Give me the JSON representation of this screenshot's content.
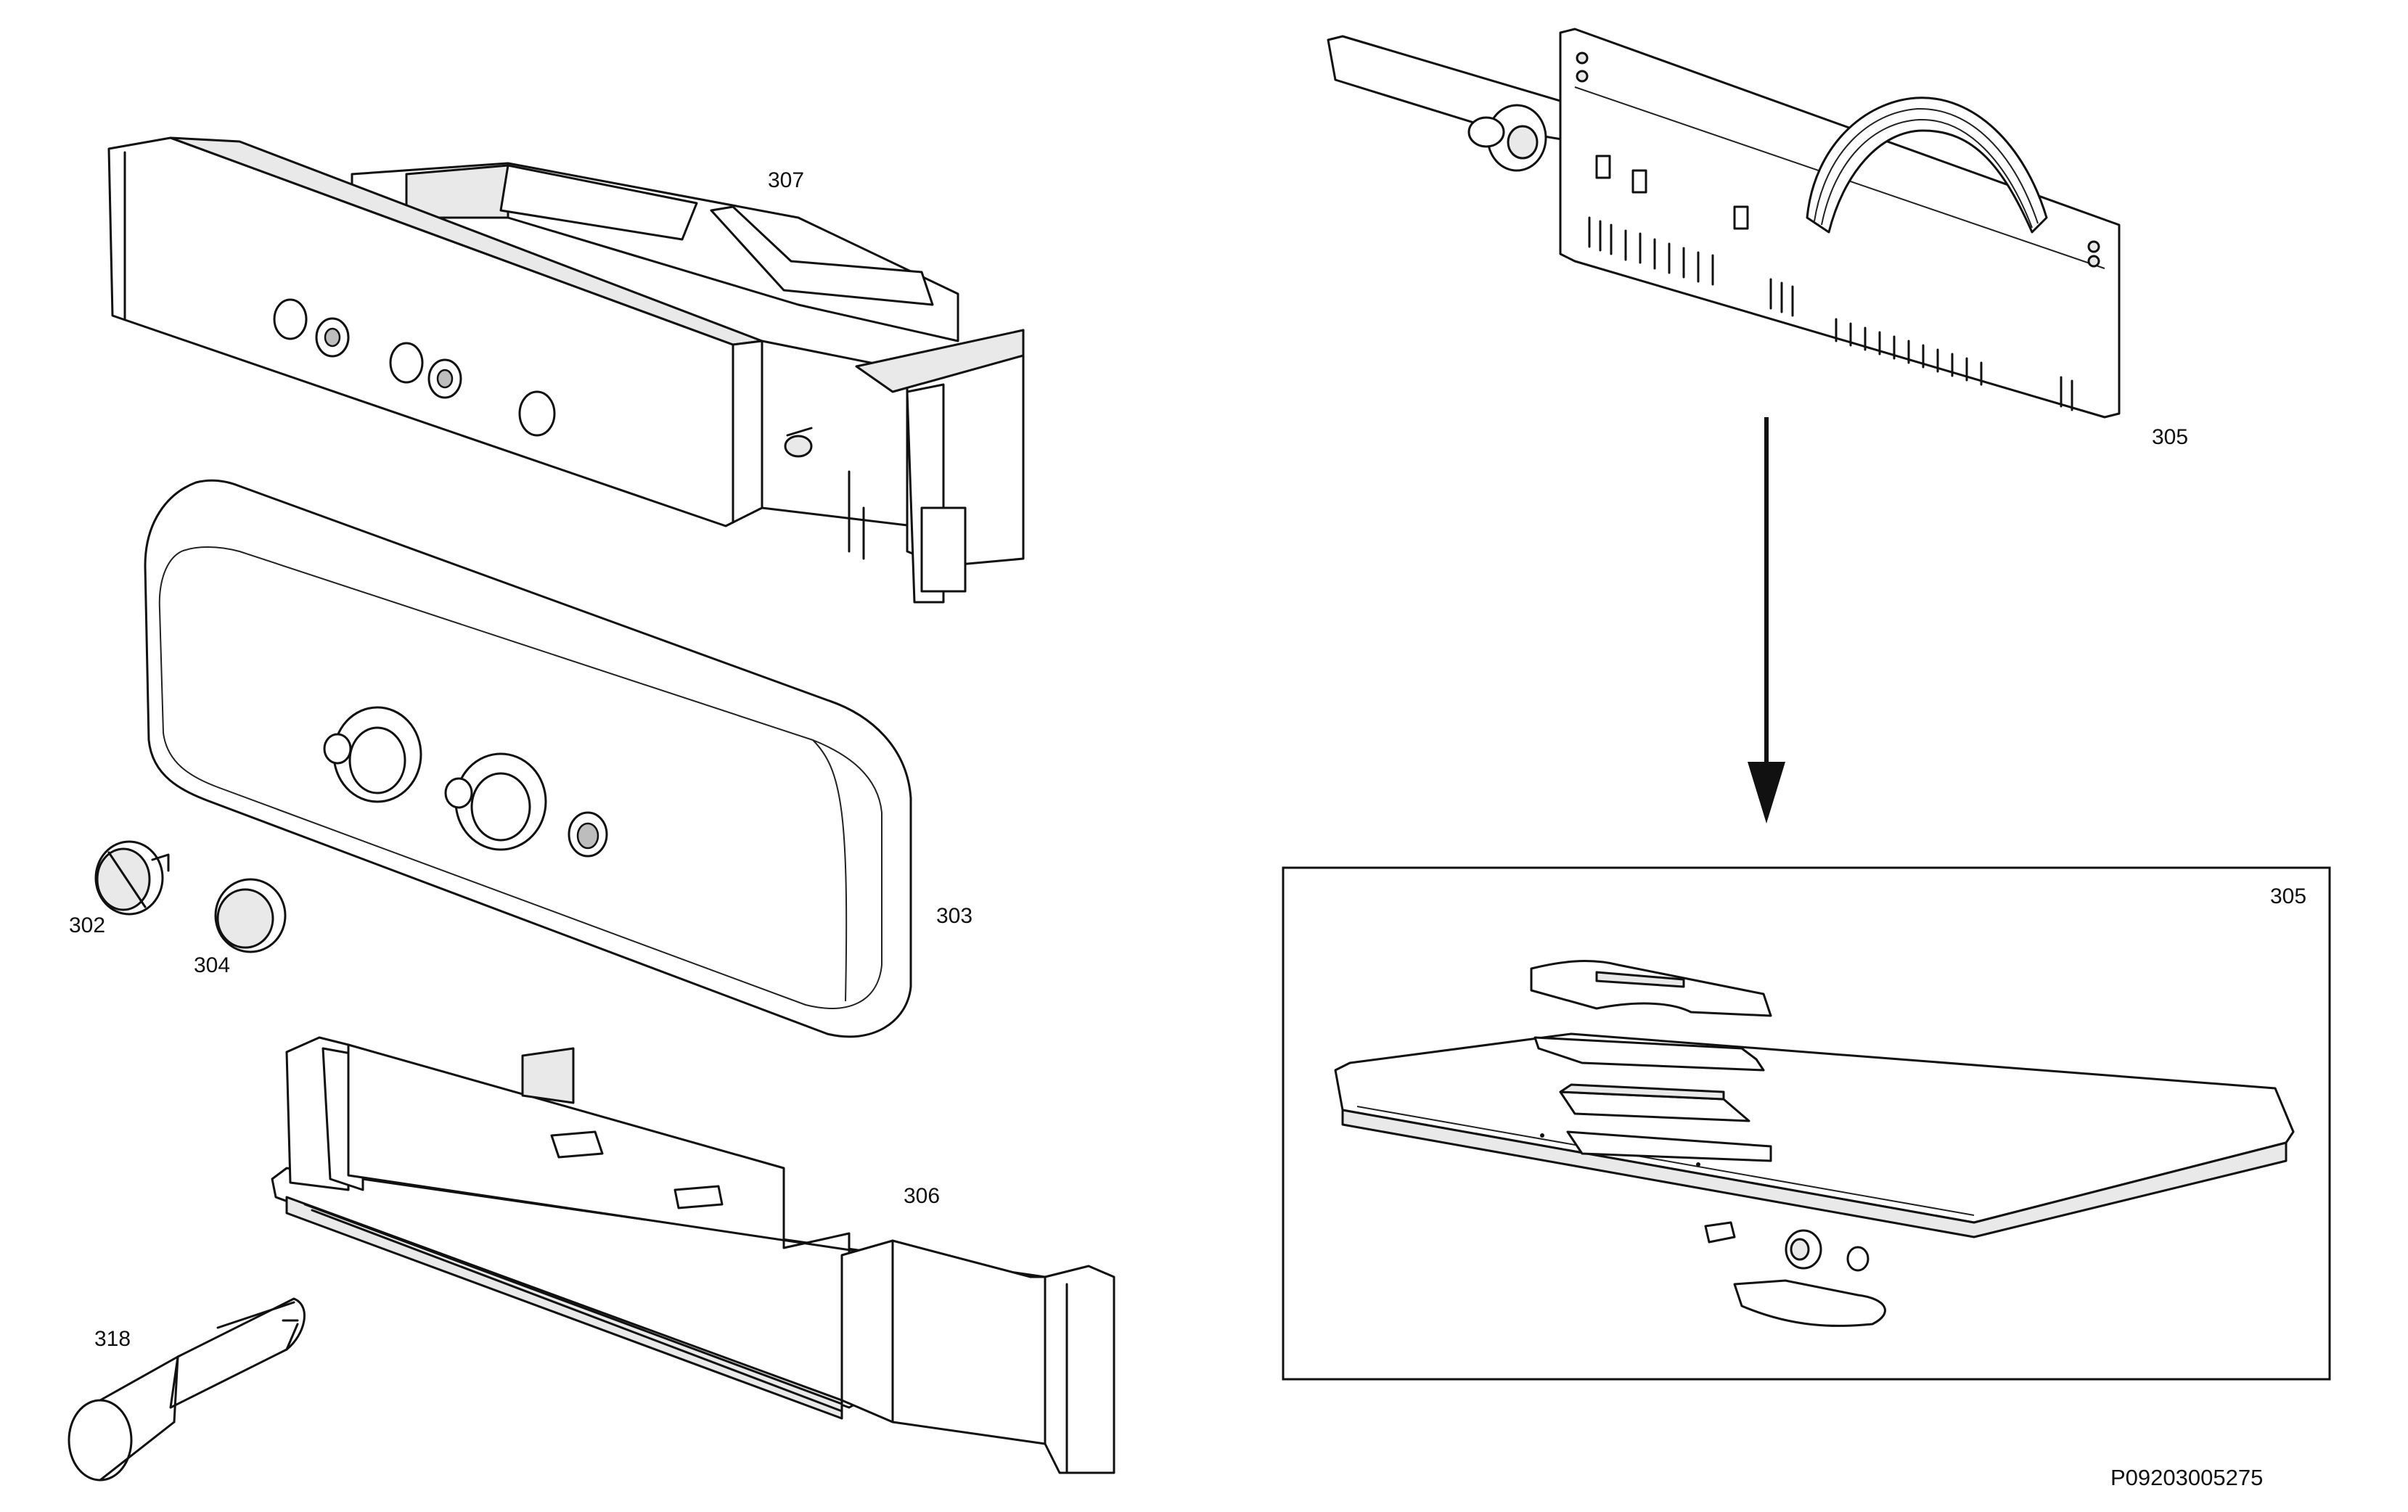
{
  "labels": {
    "p307": "307",
    "p303": "303",
    "p302": "302",
    "p304": "304",
    "p306": "306",
    "p318": "318",
    "p305_top": "305",
    "p305_box": "305"
  },
  "drawing_code": "P09203005275"
}
